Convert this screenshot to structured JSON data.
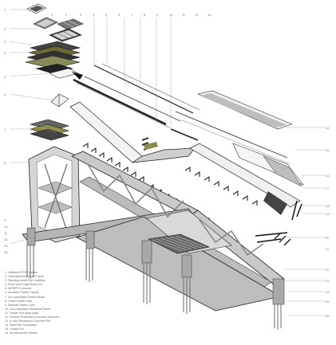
{
  "diagram": {
    "left_callouts": [
      "1",
      "2",
      "3",
      "4",
      "5",
      "6",
      "7",
      "8",
      "9",
      "10",
      "11",
      "12",
      "13",
      "14"
    ],
    "top_callouts": [
      "1",
      "2",
      "3",
      "4",
      "5",
      "6",
      "7",
      "8",
      "9",
      "10",
      "11",
      "12",
      "13"
    ],
    "right_callouts": [
      "14",
      "15",
      "16",
      "17",
      "18",
      "19",
      "20",
      "21",
      "22",
      "23",
      "24",
      "25",
      "26"
    ],
    "legend": [
      "1. Jeffered ETFE Cushion",
      "2. Laminated Aluminum Frame",
      "3. Standing seam zinc cladding",
      "4. Rock Wool Rigid Board Ins.",
      "5. SIP/EPS Concrete",
      "6. Insulated Timber Panels",
      "7. Glu-Laminated Timber Beam",
      "8. Timber Rafter Joist",
      "9. Sidewall Timber Joist",
      "10. Glu-Laminated Structural Frame",
      "11. Timber Pod Base plate",
      "12. Precast Reinforced Concrete Abutment",
      "13. In Situ Reinforced Concrete Pile",
      "14. Steel Pile Connection",
      "15. Glulam Pin",
      "16. Structural Infill Timber"
    ]
  }
}
